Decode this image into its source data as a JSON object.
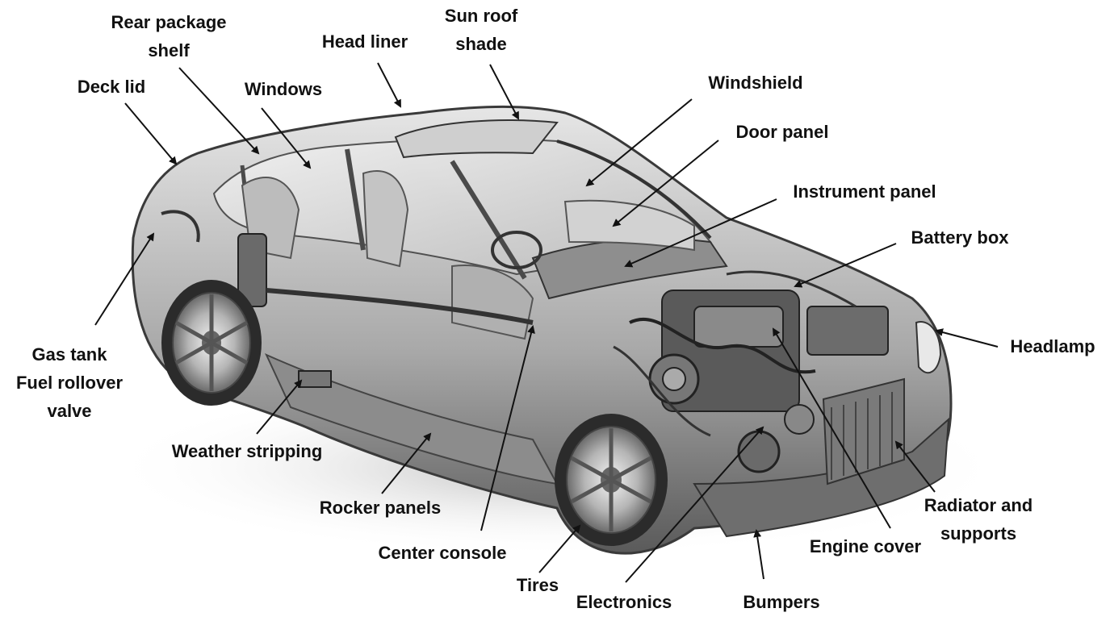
{
  "colors": {
    "background": "#ffffff",
    "label_text": "#111111",
    "leader_line": "#111111",
    "car_body": "#9a9a9a",
    "car_dark": "#3c3c3c",
    "car_light": "#d9d9d9"
  },
  "labels": [
    {
      "id": "deck-lid",
      "lines": [
        "Deck lid"
      ]
    },
    {
      "id": "rear-package-shelf",
      "lines": [
        "Rear package",
        "shelf"
      ]
    },
    {
      "id": "windows",
      "lines": [
        "Windows"
      ]
    },
    {
      "id": "head-liner",
      "lines": [
        "Head liner"
      ]
    },
    {
      "id": "sun-roof-shade",
      "lines": [
        "Sun roof",
        "shade"
      ]
    },
    {
      "id": "windshield",
      "lines": [
        "Windshield"
      ]
    },
    {
      "id": "door-panel",
      "lines": [
        "Door panel"
      ]
    },
    {
      "id": "instrument-panel",
      "lines": [
        "Instrument panel"
      ]
    },
    {
      "id": "battery-box",
      "lines": [
        "Battery box"
      ]
    },
    {
      "id": "headlamp",
      "lines": [
        "Headlamp"
      ]
    },
    {
      "id": "gas-tank",
      "lines": [
        "Gas tank",
        "Fuel rollover",
        "valve"
      ]
    },
    {
      "id": "weather-stripping",
      "lines": [
        "Weather stripping"
      ]
    },
    {
      "id": "rocker-panels",
      "lines": [
        "Rocker panels"
      ]
    },
    {
      "id": "center-console",
      "lines": [
        "Center console"
      ]
    },
    {
      "id": "tires",
      "lines": [
        "Tires"
      ]
    },
    {
      "id": "electronics",
      "lines": [
        "Electronics"
      ]
    },
    {
      "id": "bumpers",
      "lines": [
        "Bumpers"
      ]
    },
    {
      "id": "engine-cover",
      "lines": [
        "Engine cover"
      ]
    },
    {
      "id": "radiator-and-supports",
      "lines": [
        "Radiator and",
        "supports"
      ]
    }
  ]
}
